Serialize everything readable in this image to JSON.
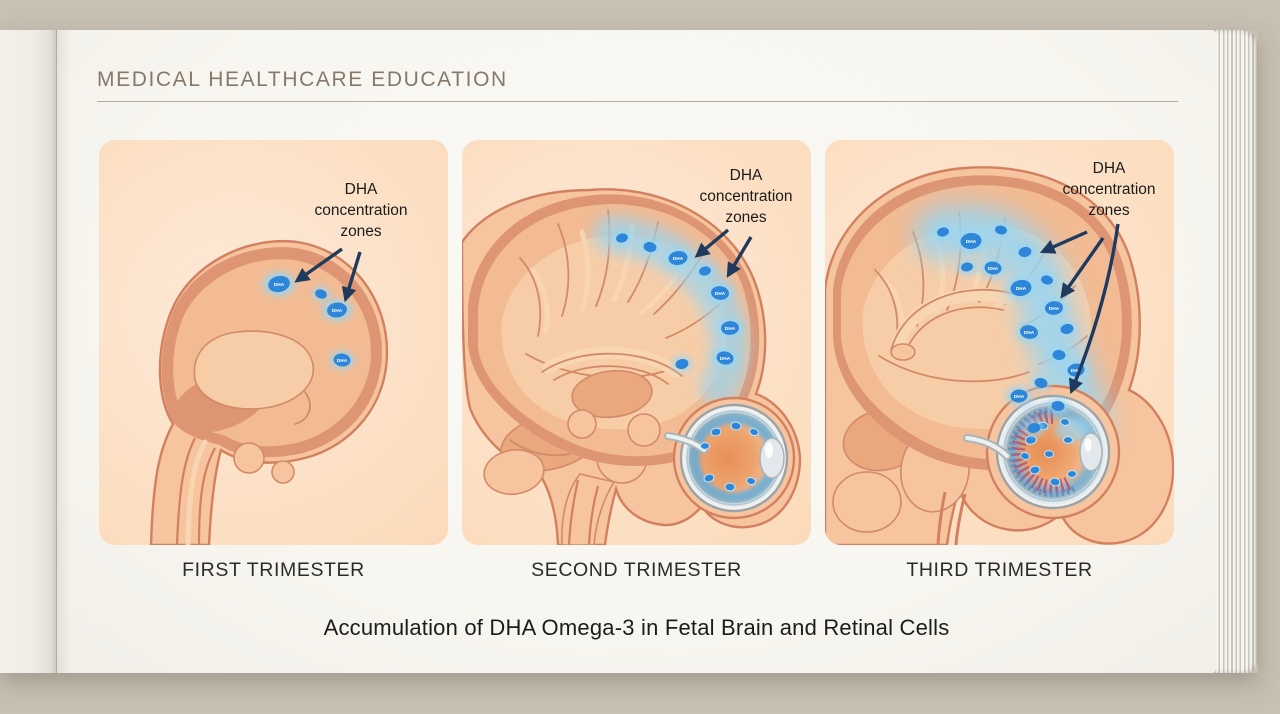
{
  "header": {
    "title": "MEDICAL HEALTHCARE EDUCATION"
  },
  "annotation": {
    "line1": "DHA",
    "line2": "concentration",
    "line3": "zones"
  },
  "dha_dot_label": "DHA",
  "panels": [
    {
      "title": "FIRST TRIMESTER"
    },
    {
      "title": "SECOND TRIMESTER"
    },
    {
      "title": "THIRD TRIMESTER"
    }
  ],
  "caption": "Accumulation of DHA Omega-3 in Fetal Brain and Retinal Cells",
  "colors": {
    "bg": "#c8c0b3",
    "paper": "#f8f6f0",
    "panel_bg": "#fcdfc2",
    "heading": "#86796a",
    "rule": "#b3ab9d",
    "text_dark": "#1c1c1c",
    "skin": "#f6c49e",
    "outline": "#d2805f",
    "ring": "#dd9573",
    "cortex": "#f2bb93",
    "inner": "#f7cda8",
    "light": "#f9d6b2",
    "sulcus": "#d28a68",
    "struct": "#eba87f",
    "dha": "#2e86d9",
    "glow": "#9ad6f2",
    "arrow": "#1e3a5c"
  }
}
